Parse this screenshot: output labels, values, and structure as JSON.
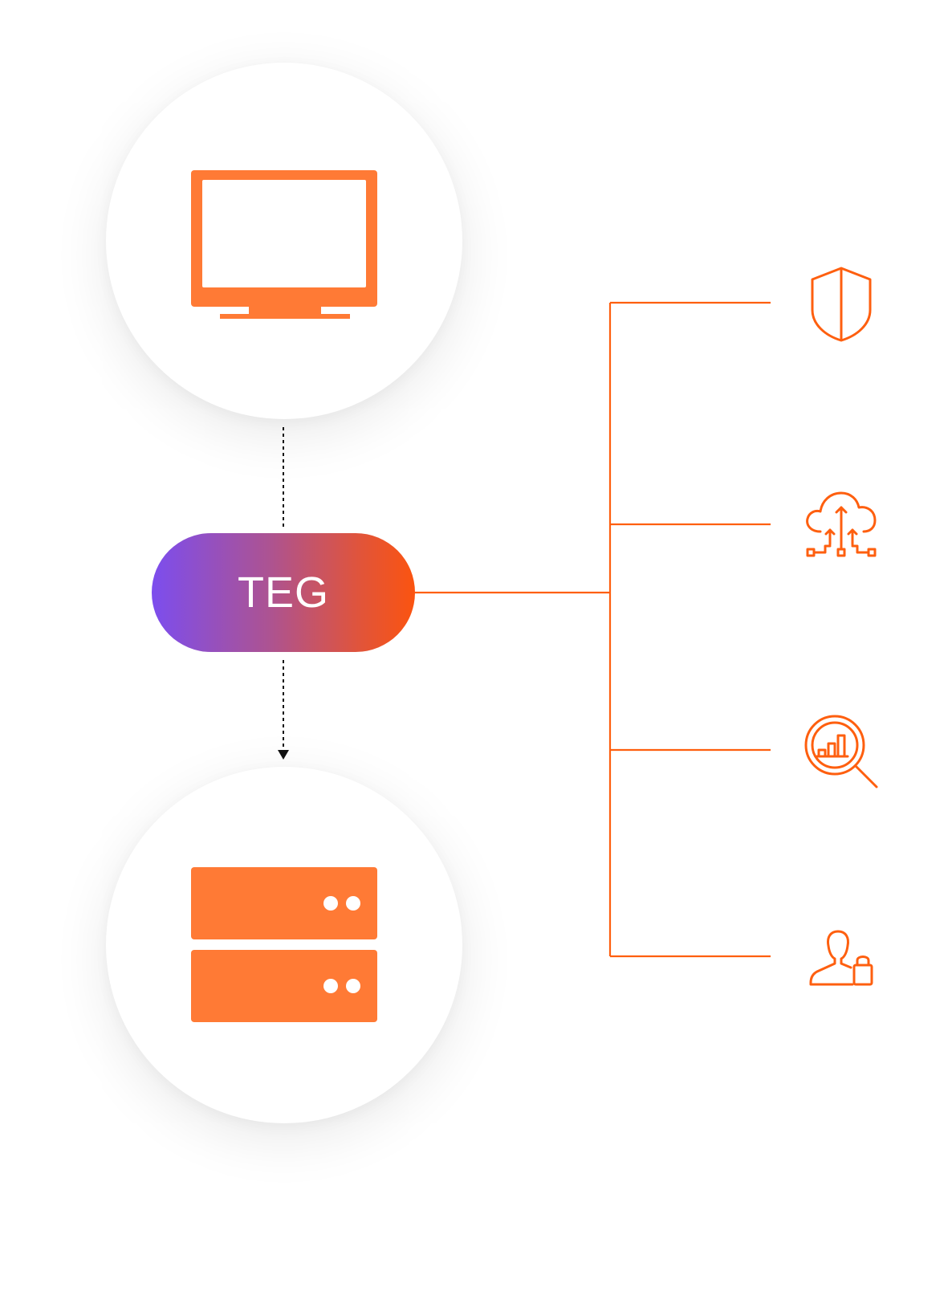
{
  "diagram": {
    "gateway_label": "TEG",
    "nodes": [
      {
        "id": "client",
        "icon": "monitor-icon"
      },
      {
        "id": "gateway",
        "label_ref": "gateway_label"
      },
      {
        "id": "server",
        "icon": "server-rack-icon"
      }
    ],
    "features": [
      {
        "icon": "shield-icon"
      },
      {
        "icon": "cloud-upload-network-icon"
      },
      {
        "icon": "analytics-search-icon"
      },
      {
        "icon": "user-lock-icon"
      }
    ],
    "colors": {
      "accent": "#fe5f0f",
      "icon_fill": "#ff7a35",
      "gradient_start": "#7c4dee",
      "gradient_end": "#fb5410",
      "flow_line": "#111111"
    }
  }
}
